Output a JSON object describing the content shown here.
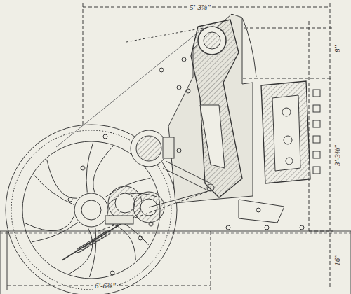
{
  "diagram": {
    "labels": [
      "5'-3⅞\"",
      "8\"",
      "3'-3⅜\"",
      "16\"",
      "6'-6⅜\""
    ]
  }
}
